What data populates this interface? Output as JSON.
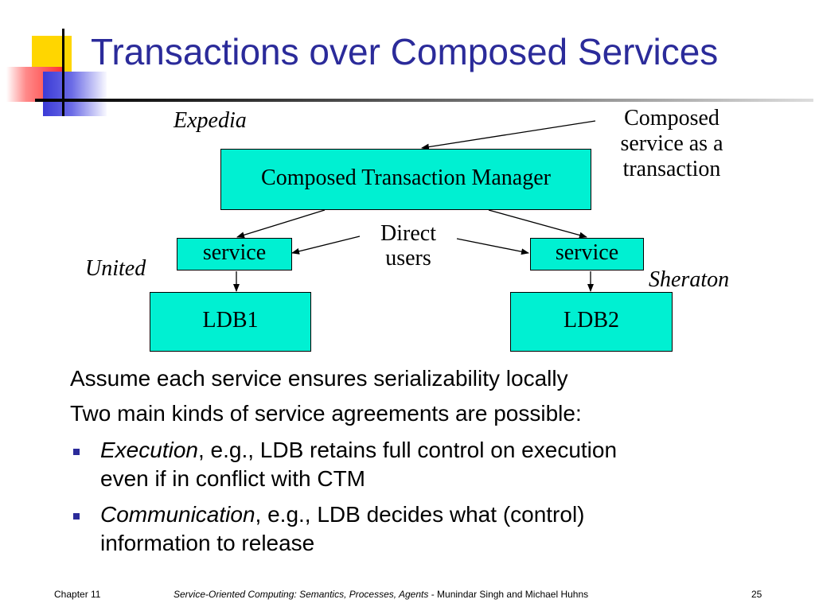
{
  "slide": {
    "title": "Transactions over Composed Services"
  },
  "diagram": {
    "labels": {
      "expedia": "Expedia",
      "united": "United",
      "sheraton": "Sheraton"
    },
    "composed_note": [
      "Composed",
      "service as a",
      "transaction"
    ],
    "direct_users": [
      "Direct",
      "users"
    ],
    "boxes": {
      "ctm": "Composed Transaction Manager",
      "service_left": "service",
      "service_right": "service",
      "ldb1": "LDB1",
      "ldb2": "LDB2"
    },
    "colors": {
      "box_fill": "#00f0d2",
      "title": "#2b2b9a"
    }
  },
  "body": {
    "line1": "Assume each service ensures serializability locally",
    "line2": "Two main kinds of service agreements are possible:",
    "bullets": [
      {
        "term": "Execution",
        "rest_line1": ", e.g., LDB retains full control on execution",
        "rest_line2": "even if in conflict with CTM"
      },
      {
        "term": "Communication",
        "rest_line1": ", e.g., LDB decides what (control)",
        "rest_line2": "information to release"
      }
    ]
  },
  "footer": {
    "chapter": "Chapter 11",
    "book_title": "Service-Oriented Computing: Semantics, Processes, Agents",
    "authors": " - Munindar Singh and Michael Huhns",
    "page_number": "25"
  }
}
